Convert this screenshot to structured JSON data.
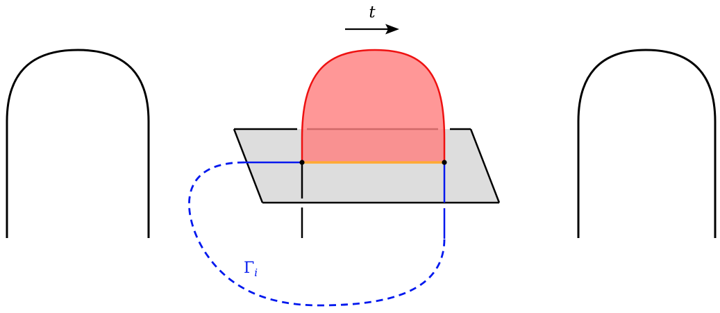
{
  "labels": {
    "time_symbol": "t",
    "curve_symbol": "Γ",
    "curve_subscript": "i"
  },
  "colors": {
    "black": "#000000",
    "red_stroke": "#ee1111",
    "red_fill": "#ff8080",
    "plane_fill": "#dddddd",
    "blue": "#0018ee",
    "orange": "#ffaa33"
  },
  "icons": {
    "time_arrow": "right-arrow-icon"
  }
}
